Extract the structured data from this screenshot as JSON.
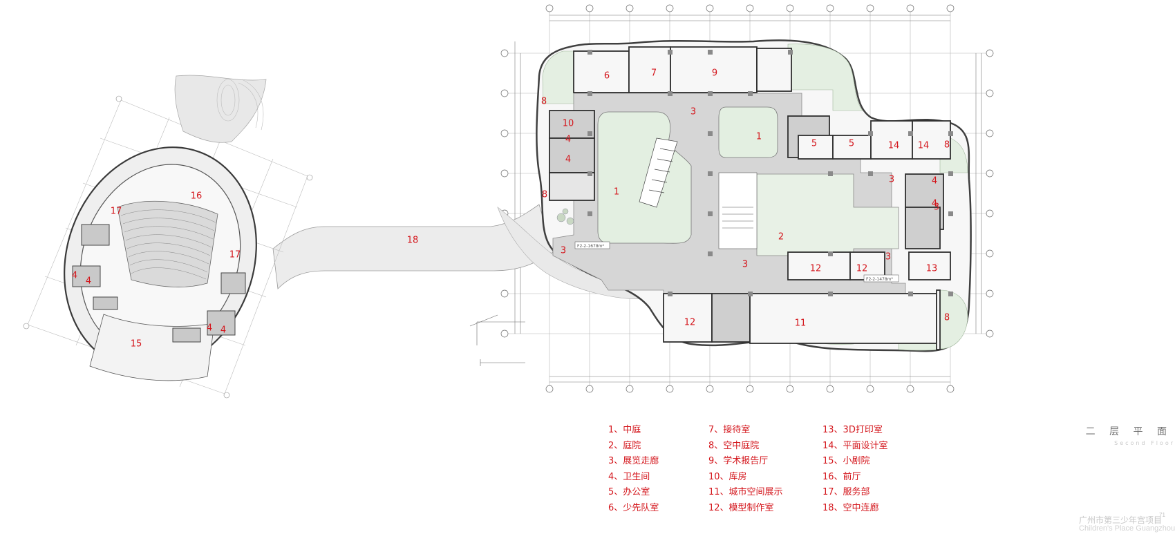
{
  "rooms": [
    {
      "n": "1"
    },
    {
      "n": "1"
    },
    {
      "n": "2"
    },
    {
      "n": "3"
    },
    {
      "n": "3"
    },
    {
      "n": "3"
    },
    {
      "n": "3"
    },
    {
      "n": "3"
    },
    {
      "n": "3"
    },
    {
      "n": "4"
    },
    {
      "n": "4"
    },
    {
      "n": "4"
    },
    {
      "n": "4"
    },
    {
      "n": "4"
    },
    {
      "n": "4"
    },
    {
      "n": "4"
    },
    {
      "n": "4"
    },
    {
      "n": "5"
    },
    {
      "n": "5"
    },
    {
      "n": "6"
    },
    {
      "n": "7"
    },
    {
      "n": "8"
    },
    {
      "n": "8"
    },
    {
      "n": "8"
    },
    {
      "n": "8"
    },
    {
      "n": "9"
    },
    {
      "n": "10"
    },
    {
      "n": "11"
    },
    {
      "n": "12"
    },
    {
      "n": "12"
    },
    {
      "n": "12"
    },
    {
      "n": "13"
    },
    {
      "n": "14"
    },
    {
      "n": "14"
    },
    {
      "n": "15"
    },
    {
      "n": "16"
    },
    {
      "n": "17"
    },
    {
      "n": "17"
    },
    {
      "n": "18"
    }
  ],
  "area_tags": [
    "F2-2-1678m²",
    "F2-2-1478m²"
  ],
  "legend": [
    {
      "label": "1、中庭"
    },
    {
      "label": "7、接待室"
    },
    {
      "label": "13、3D打印室"
    },
    {
      "label": "2、庭院"
    },
    {
      "label": "8、空中庭院"
    },
    {
      "label": "14、平面设计室"
    },
    {
      "label": "3、展览走廊"
    },
    {
      "label": "9、学术报告厅"
    },
    {
      "label": "15、小剧院"
    },
    {
      "label": "4、卫生间"
    },
    {
      "label": "10、库房"
    },
    {
      "label": "16、前厅"
    },
    {
      "label": "5、办公室"
    },
    {
      "label": "11、城市空间展示"
    },
    {
      "label": "17、服务部"
    },
    {
      "label": "6、少先队室"
    },
    {
      "label": "12、模型制作室"
    },
    {
      "label": "18、空中连廊"
    }
  ],
  "title": {
    "cn": "二 层 平 面",
    "en": "Second Floor"
  },
  "project": {
    "cn": "广州市第三少年宫项目",
    "en": "Children's Place Guangzhou",
    "page": "71"
  },
  "colors": {
    "label_red": "#d4161c",
    "corridor_gray": "#d6d6d6",
    "green_area": "#e4efe2",
    "line": "#4a4a4a"
  }
}
